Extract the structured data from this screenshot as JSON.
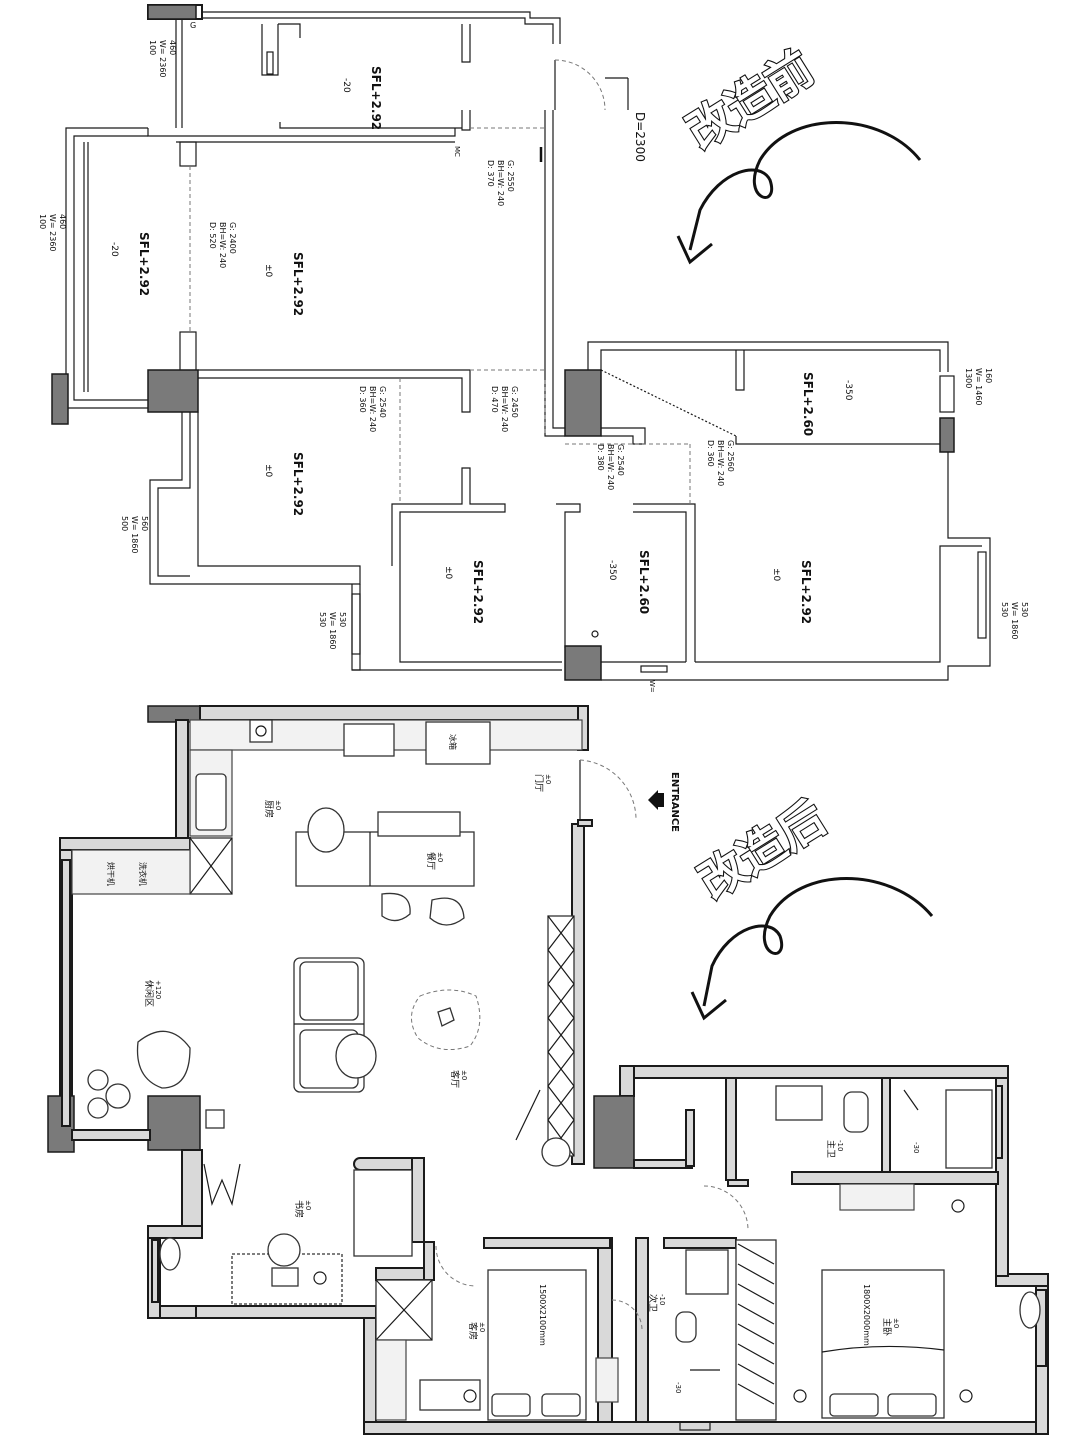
{
  "before_plan": {
    "caption": "改造前",
    "door_dim": "D=2300",
    "floor_notes": {
      "top_room": {
        "sfl": "SFL+2.92",
        "level": "-20"
      },
      "left_room": {
        "sfl": "SFL+2.92",
        "level": "-20"
      },
      "living": {
        "sfl": "SFL+2.92",
        "level": "±0"
      },
      "mid_room": {
        "sfl": "SFL+2.92",
        "level": "±0"
      },
      "bottom_left": {
        "sfl": "SFL+2.92",
        "level": "±0"
      },
      "bottom_mid": {
        "sfl": "SFL+2.60",
        "level": "-350"
      },
      "bottom_right": {
        "sfl": "SFL+2.92",
        "level": "±0"
      },
      "top_right": {
        "sfl": "SFL+2.60",
        "level": "-350"
      }
    },
    "beams": [
      {
        "g": "G: 2550",
        "bh": "BH=W: 240",
        "d": "D: 370"
      },
      {
        "g": "G: 2400",
        "bh": "BH=W: 240",
        "d": "D: 520"
      },
      {
        "g": "G: 2540",
        "bh": "BH=W: 240",
        "d": "D: 360"
      },
      {
        "g": "G: 2450",
        "bh": "BH=W: 240",
        "d": "D: 470"
      },
      {
        "g": "G: 2540",
        "bh": "BH=W: 240",
        "d": "D: 380"
      },
      {
        "g": "G: 2560",
        "bh": "BH=W: 240",
        "d": "D: 360"
      }
    ],
    "windows": [
      {
        "a": "460",
        "b": "W= 2360",
        "c": "100"
      },
      {
        "a": "460",
        "b": "W= 2360",
        "c": "100"
      },
      {
        "a": "560",
        "b": "W= 1860",
        "c": "500"
      },
      {
        "a": "530",
        "b": "W= 1860",
        "c": "530"
      },
      {
        "a": "160",
        "b": "W= 1460",
        "c": "1300"
      },
      {
        "a": "530",
        "b": "W= 1860",
        "c": "530"
      }
    ],
    "small_marks": {
      "mc": "MC",
      "g": "G",
      "w": "W="
    }
  },
  "after_plan": {
    "caption": "改造后",
    "entrance": "ENTRANCE",
    "rooms": {
      "foyer": {
        "name": "门厅",
        "level": "±0"
      },
      "kitchen": {
        "name": "厨房",
        "level": "±0"
      },
      "dining": {
        "name": "餐厅",
        "level": "±0"
      },
      "leisure": {
        "name": "休闲区",
        "level": "+120"
      },
      "living": {
        "name": "客厅",
        "level": "±0"
      },
      "study": {
        "name": "书房",
        "level": "±0"
      },
      "guest": {
        "name": "客房",
        "level": "±0"
      },
      "second_bath": {
        "name": "次卫",
        "level": "-10"
      },
      "master_bath": {
        "name": "主卫",
        "level": "-10"
      },
      "master_bed": {
        "name": "主卧",
        "level": "±0"
      }
    },
    "level_30a": "-30",
    "level_30b": "-30",
    "bed_guest": "1500X2100mm",
    "bed_master": "1800X2000mm",
    "appliances": {
      "fridge": "冰箱",
      "dryer": "烘干机",
      "washer": "洗衣机"
    }
  },
  "colors": {
    "wall": "#1a1a1a",
    "column": "#7a7a7a",
    "panel": "#d9d9d9"
  }
}
